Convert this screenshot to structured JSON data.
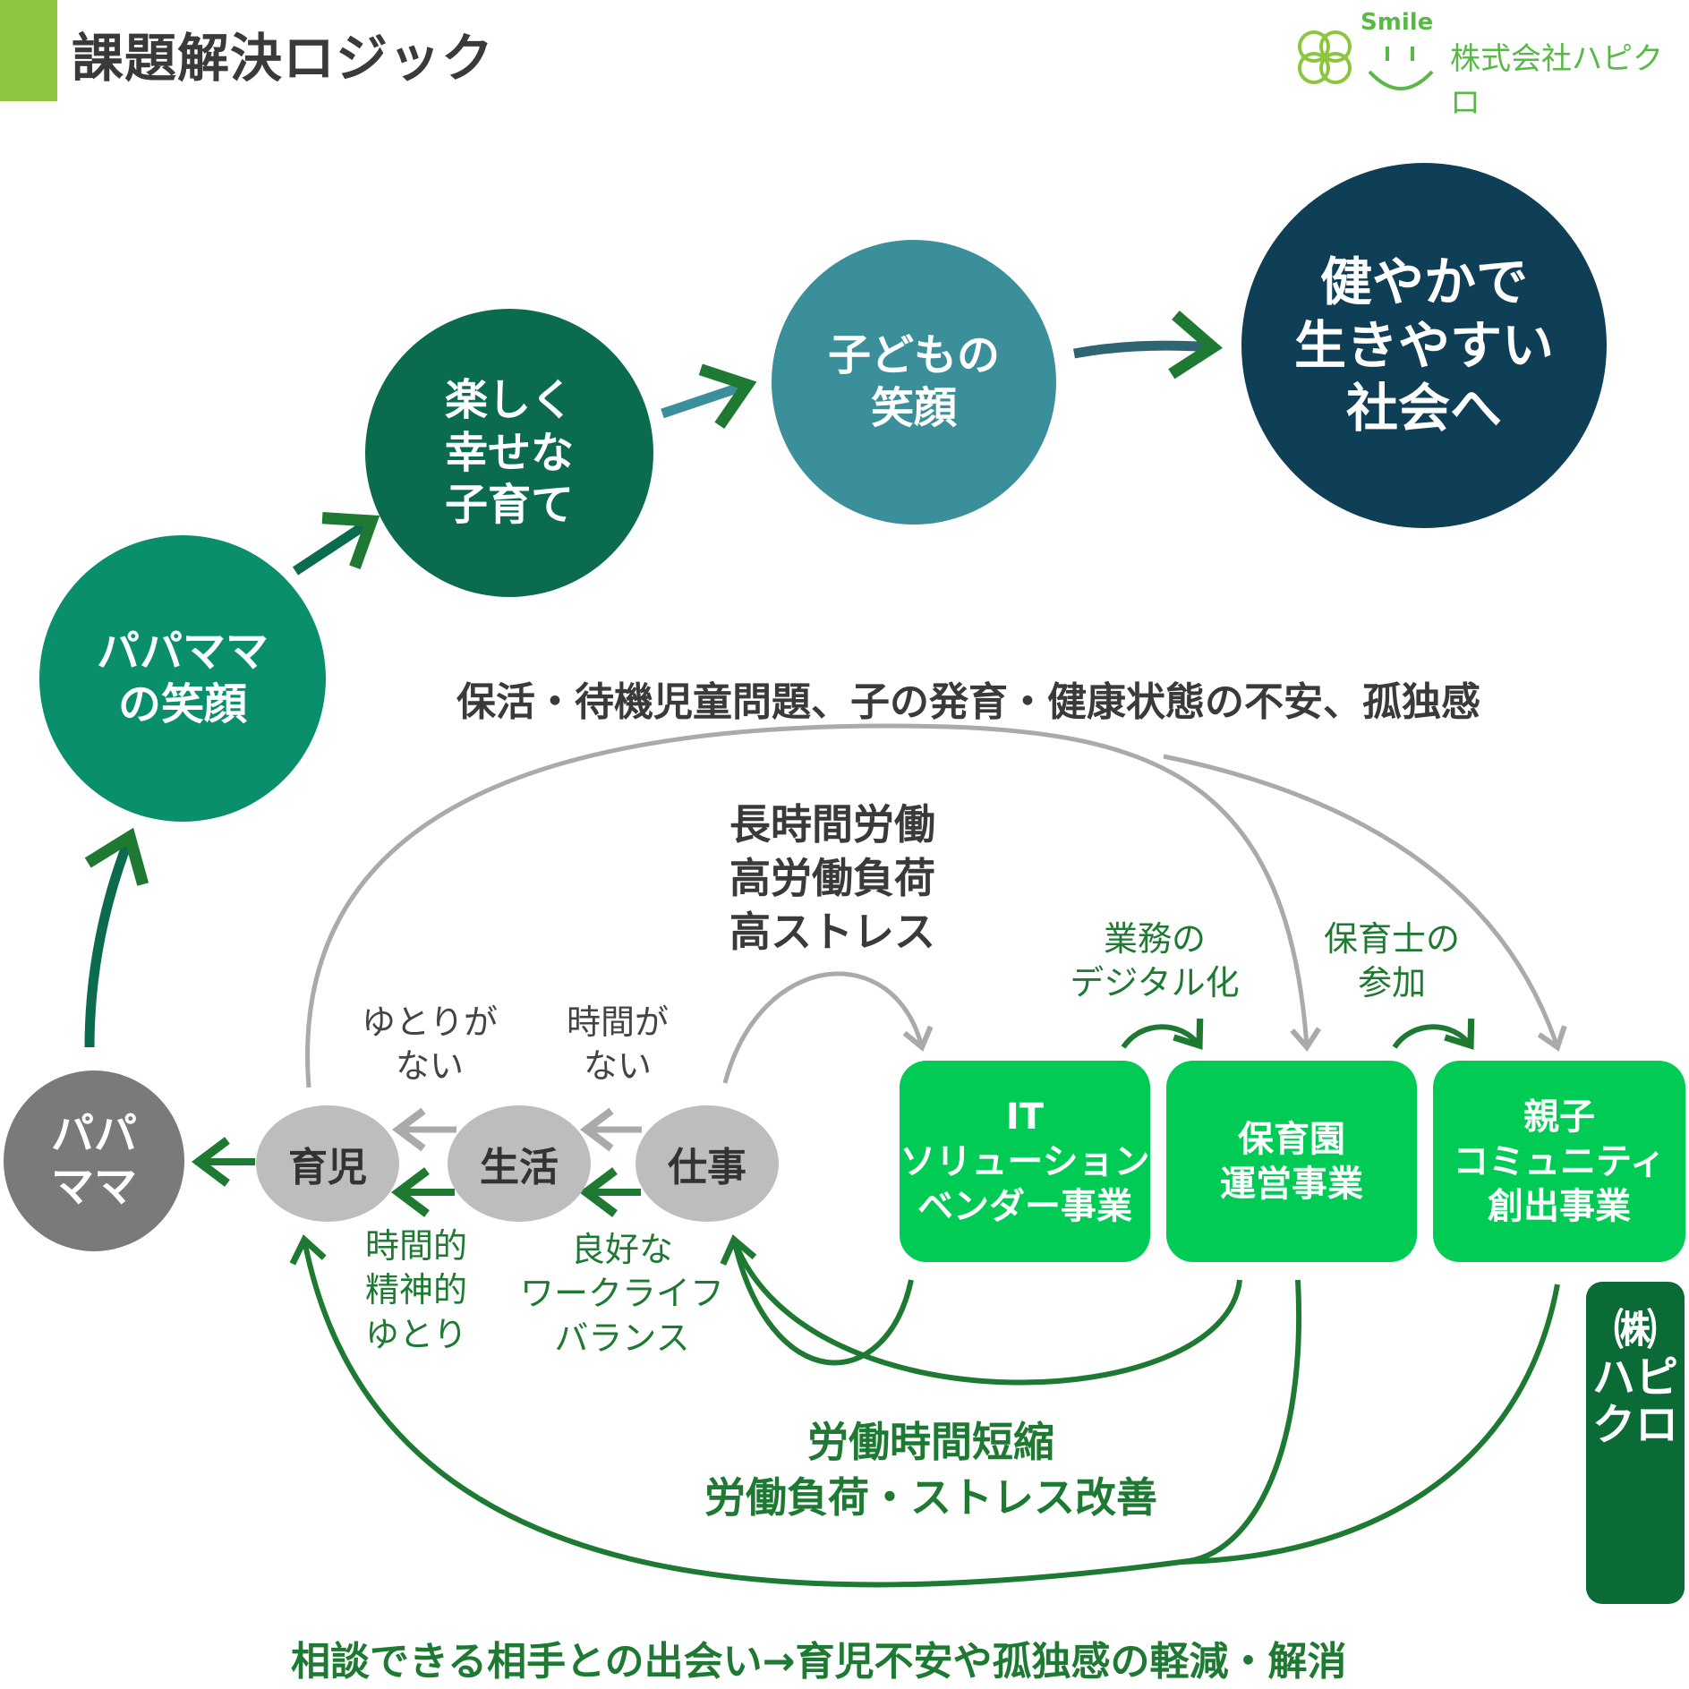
{
  "header": {
    "title": "課題解決ロジック",
    "logo_smile": "Smile",
    "logo_company": "株式会社ハピクロ"
  },
  "flow": {
    "papamama_smile": "パパママ\nの笑顔",
    "fun_parenting": "楽しく\n幸せな\n子育て",
    "child_smile": "子どもの\n笑顔",
    "healthy_society": "健やかで\n生きやすい\n社会へ"
  },
  "problems": {
    "main": "保活・待機児童問題、子の発育・健康状態の不安、孤独感",
    "work": "長時間労働\n高労働負荷\n高ストレス"
  },
  "life": {
    "papamama": "パパ\nママ",
    "childcare": "育児",
    "living": "生活",
    "work": "仕事",
    "no_room": "ゆとりが\nない",
    "no_time": "時間が\nない",
    "room_gained": "時間的\n精神的\nゆとり",
    "balance": "良好な\nワークライフ\nバランス"
  },
  "business": {
    "it_vendor": "IT\nソリューション\nベンダー事業",
    "nursery": "保育園\n運営事業",
    "community": "親子\nコミュニティ\n創出事業",
    "digitalization": "業務の\nデジタル化",
    "caregiver_join": "保育士の\n参加",
    "company_label": "㈱\nハピクロ"
  },
  "outcomes": {
    "labor": "労働時間短縮\n労働負荷・ストレス改善",
    "consult": "相談できる相手との出会い→育児不安や孤独感の軽減・解消"
  },
  "colors": {
    "accent_lime": "#8cc63f",
    "teal_green": "#0a8f6c",
    "dark_green": "#0b6b4f",
    "teal": "#3a8f9a",
    "navy": "#0e3f57",
    "bright_green": "#00cc55",
    "arrow_green": "#1e7a32",
    "grey": "#aaaaaa"
  }
}
